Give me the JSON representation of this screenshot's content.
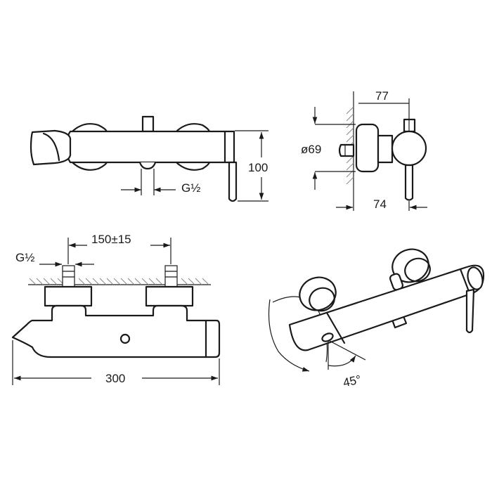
{
  "dimensions": {
    "height_100": "100",
    "inlet_top": "G½",
    "depth_77": "77",
    "diameter_69": "ø69",
    "depth_74": "74",
    "spacing": "150±15",
    "inlet_front": "G½",
    "width_300": "300",
    "angle": "45°"
  }
}
